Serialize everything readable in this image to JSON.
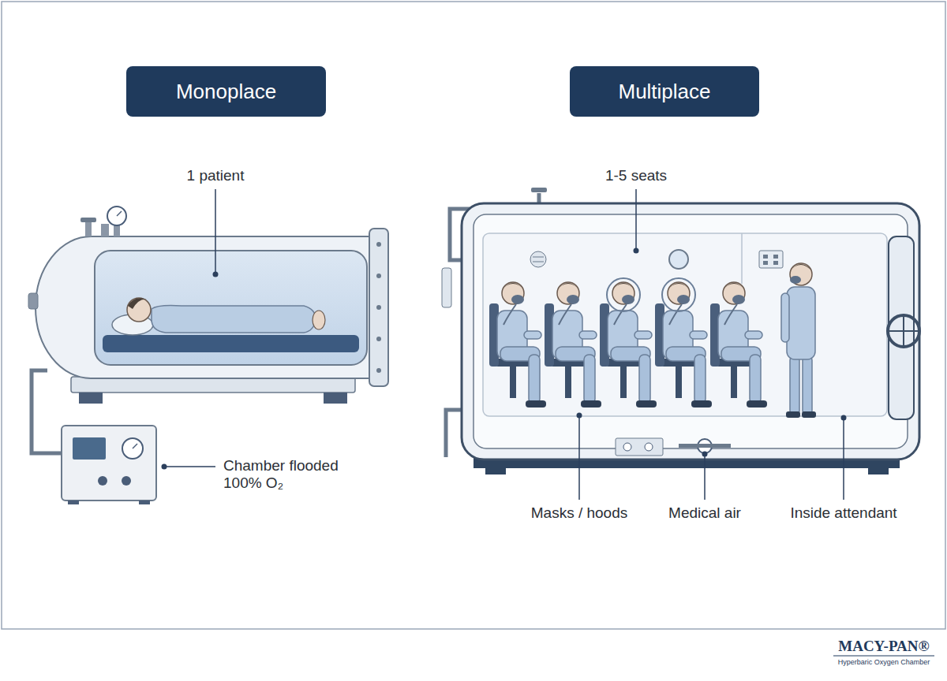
{
  "diagram": {
    "nodes": [
      {
        "text": [
          "Monoplace"
        ]
      },
      {
        "text": [
          "Multiplace"
        ]
      }
    ],
    "labels": [
      "1 patient",
      "Chamber flooded 100% O₂",
      "1-5 seats",
      "Masks / hoods",
      "Medical air",
      "Inside attendant",
      "MACY-PAN®",
      "Hyperbaric Oxygen Chamber"
    ]
  }
}
